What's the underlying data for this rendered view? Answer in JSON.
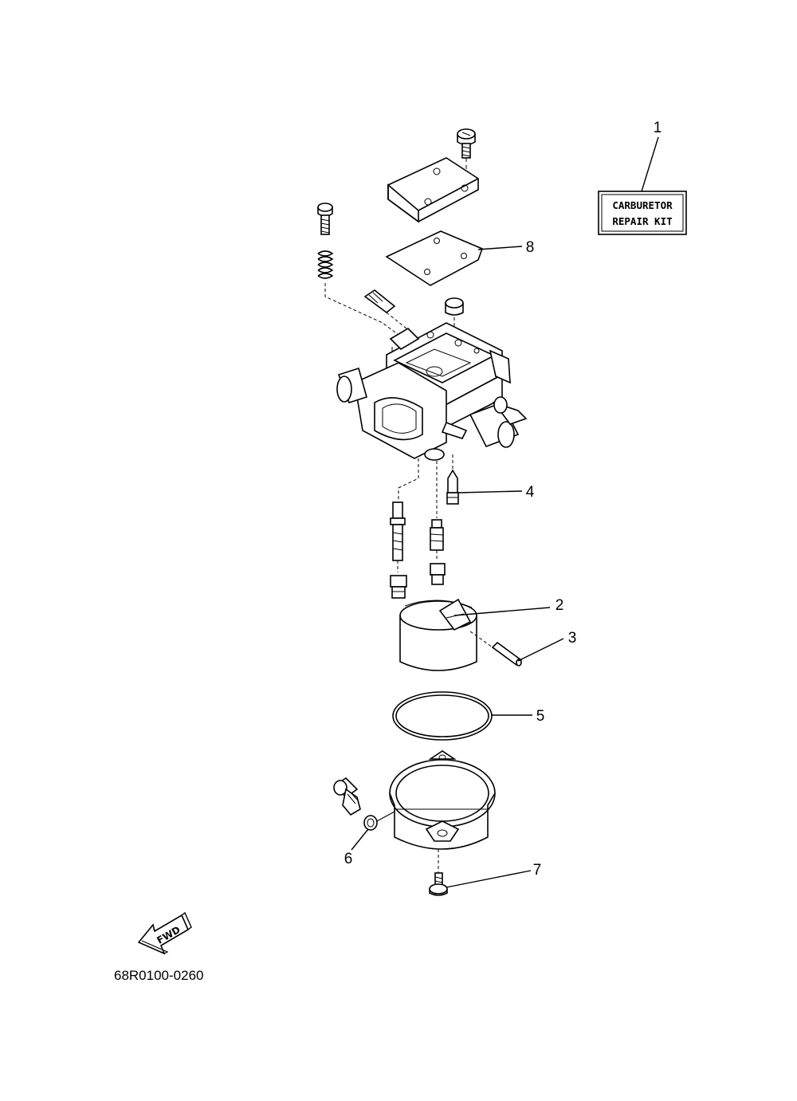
{
  "callouts": [
    {
      "id": "1",
      "label": "1"
    },
    {
      "id": "2",
      "label": "2"
    },
    {
      "id": "3",
      "label": "3"
    },
    {
      "id": "4",
      "label": "4"
    },
    {
      "id": "5",
      "label": "5"
    },
    {
      "id": "6",
      "label": "6"
    },
    {
      "id": "7",
      "label": "7"
    },
    {
      "id": "8",
      "label": "8"
    }
  ],
  "kit_box": {
    "line1": "CARBURETOR",
    "line2": "REPAIR KIT"
  },
  "fwd_arrow": {
    "label": "FWD"
  },
  "diagram_code": "68R0100-0260",
  "colors": {
    "ink": "#000000",
    "paper": "#ffffff"
  }
}
